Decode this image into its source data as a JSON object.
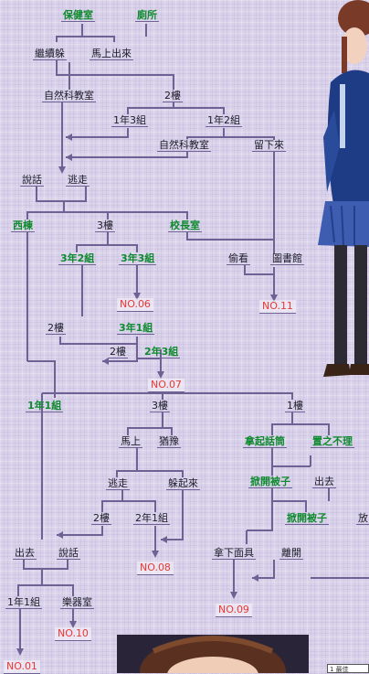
{
  "colors": {
    "line": "#6e6194",
    "green": "#0f8a2f",
    "red": "#e53935",
    "black": "#1c1c2a"
  },
  "nodes": {
    "health_room": "保健室",
    "toilet": "廁所",
    "keep_hiding": "繼續躲",
    "go_out_now": "馬上出來",
    "science_room_a": "自然科教室",
    "floor2_a": "2樓",
    "class_1_3": "1年3組",
    "class_1_2": "1年2組",
    "science_room_b": "自然科教室",
    "stay": "留下來",
    "talk_a": "說話",
    "escape_a": "逃走",
    "west_building": "西棟",
    "floor3_a": "3樓",
    "principal_room": "校長室",
    "class_3_2": "3年2組",
    "class_3_3": "3年3組",
    "peek": "偷看",
    "library": "圖書館",
    "floor2_b": "2樓",
    "class_3_1": "3年1組",
    "floor2_c": "2樓",
    "class_2_3": "2年3組",
    "class_1_1": "1年1組",
    "floor3_b": "3樓",
    "floor1": "1樓",
    "at_once": "馬上",
    "hesitate": "猶豫",
    "pick_up_tissue": "拿起話筒",
    "ignore": "置之不理",
    "escape_b": "逃走",
    "hide_up": "躲起來",
    "uncover_quilt_a": "掀開被子",
    "go_out_a": "出去",
    "floor2_d": "2樓",
    "class_2_1": "2年1組",
    "uncover_quilt_b": "掀開被子",
    "release": "放",
    "go_out_b": "出去",
    "talk_b": "說話",
    "take_off_mask": "拿下面具",
    "leave": "離開",
    "class_1_1_b": "1年1組",
    "music_room": "樂器室"
  },
  "endings": {
    "no06": "NO.06",
    "no11": "NO.11",
    "no07": "NO.07",
    "no08": "NO.08",
    "no09": "NO.09",
    "no10": "NO.10",
    "no01": "NO.01"
  },
  "corner_note": "1 最佳"
}
